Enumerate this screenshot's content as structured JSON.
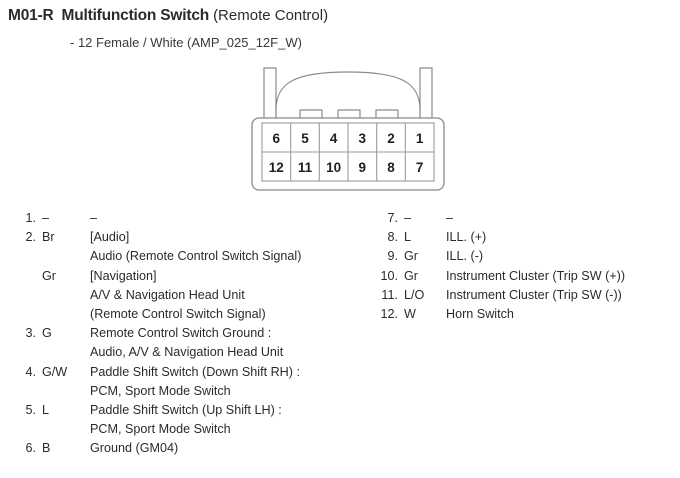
{
  "header": {
    "code": "M01-R",
    "name": "Multifunction Switch",
    "paren": "(Remote Control)",
    "subtitle": "- 12 Female / White (AMP_025_12F_W)"
  },
  "connector": {
    "type": "12-pin female connector",
    "rows": [
      [
        "6",
        "5",
        "4",
        "3",
        "2",
        "1"
      ],
      [
        "12",
        "11",
        "10",
        "9",
        "8",
        "7"
      ]
    ],
    "outline_color": "#8a8a8a",
    "cell_border_color": "#9a9a9a",
    "text_color": "#1f1f1f"
  },
  "pins_left": [
    {
      "num": "1.",
      "color": "–",
      "lines": [
        "–"
      ]
    },
    {
      "num": "2.",
      "color": "Br",
      "lines": [
        "[Audio]",
        "Audio (Remote Control Switch Signal)"
      ]
    },
    {
      "num": "",
      "color": "Gr",
      "lines": [
        "[Navigation]",
        "A/V & Navigation Head Unit",
        "(Remote Control Switch Signal)"
      ]
    },
    {
      "num": "3.",
      "color": "G",
      "lines": [
        "Remote Control Switch Ground :",
        "Audio, A/V & Navigation Head Unit"
      ]
    },
    {
      "num": "4.",
      "color": "G/W",
      "lines": [
        "Paddle Shift Switch (Down Shift RH) :",
        "PCM, Sport Mode Switch"
      ]
    },
    {
      "num": "5.",
      "color": "L",
      "lines": [
        "Paddle Shift Switch (Up Shift LH) :",
        "PCM, Sport Mode Switch"
      ]
    },
    {
      "num": "6.",
      "color": "B",
      "lines": [
        "Ground (GM04)"
      ]
    }
  ],
  "pins_right": [
    {
      "num": "7.",
      "color": "–",
      "lines": [
        "–"
      ]
    },
    {
      "num": "8.",
      "color": "L",
      "lines": [
        "ILL. (+)"
      ]
    },
    {
      "num": "9.",
      "color": "Gr",
      "lines": [
        "ILL. (-)"
      ]
    },
    {
      "num": "10.",
      "color": "Gr",
      "lines": [
        "Instrument Cluster (Trip SW (+))"
      ]
    },
    {
      "num": "11.",
      "color": "L/O",
      "lines": [
        "Instrument Cluster (Trip SW (-))"
      ]
    },
    {
      "num": "12.",
      "color": "W",
      "lines": [
        "Horn Switch"
      ]
    }
  ]
}
